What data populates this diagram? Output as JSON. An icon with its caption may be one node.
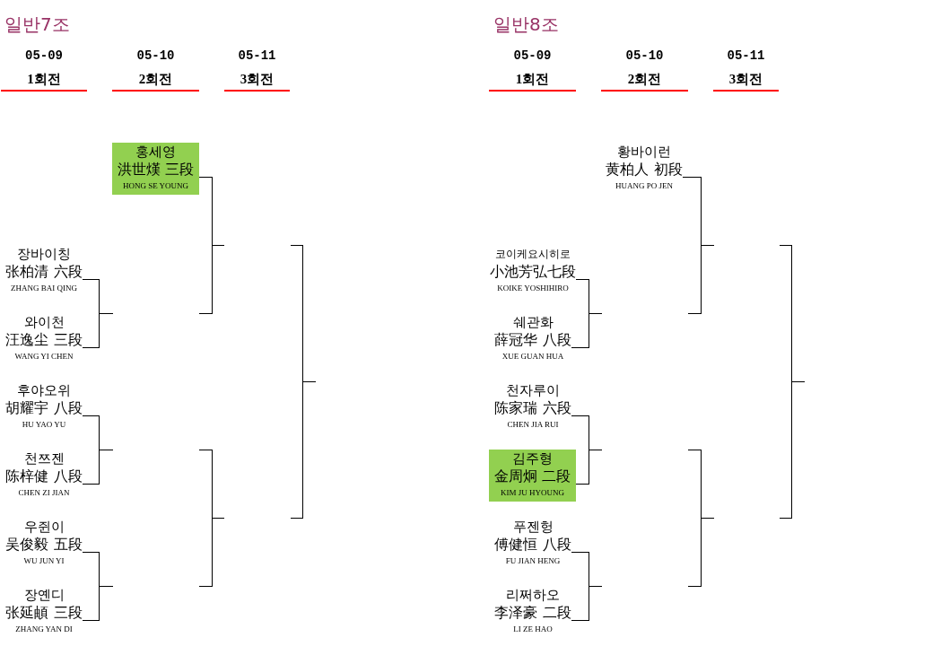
{
  "diagram": {
    "nodes": [
      {
        "text": [
          "홍세영",
          "洪世熯 三段",
          "HONG SE YOUNG"
        ]
      },
      {
        "text": [
          "장바이칭",
          "张柏清 六段",
          "ZHANG BAI QING"
        ]
      },
      {
        "text": [
          "와이천",
          "汪逸尘 三段",
          "WANG YI CHEN"
        ]
      },
      {
        "text": [
          "후야오위",
          "胡耀宇 八段",
          "HU YAO YU"
        ]
      },
      {
        "text": [
          "천쯔젠",
          "陈梓健 八段",
          "CHEN ZI JIAN"
        ]
      },
      {
        "text": [
          "우쥔이",
          "吴俊毅 五段",
          "WU JUN YI"
        ]
      },
      {
        "text": [
          "장옌디",
          "张延頔 三段",
          "ZHANG YAN DI"
        ]
      },
      {
        "text": [
          "황바이런",
          "黄柏人 初段",
          "HUANG PO JEN"
        ]
      },
      {
        "text": [
          "코이케요시히로",
          "小池芳弘七段",
          "KOIKE YOSHIHIRO"
        ]
      },
      {
        "text": [
          "쉐관화",
          "薛冠华 八段",
          "XUE GUAN HUA"
        ]
      },
      {
        "text": [
          "천자루이",
          "陈家瑞 六段",
          "CHEN JIA RUI"
        ]
      },
      {
        "text": [
          "김주형",
          "金周炯 二段",
          "KIM JU HYOUNG"
        ]
      },
      {
        "text": [
          "푸젠헝",
          "傅健恒 八段",
          "FU JIAN HENG"
        ]
      },
      {
        "text": [
          "리쩌하오",
          "李泽豪 二段",
          "LI ZE HAO"
        ]
      }
    ],
    "edges": [
      {
        "from": 1,
        "to": 2,
        "arrow": "none"
      },
      {
        "from": 3,
        "to": 4,
        "arrow": "none"
      },
      {
        "from": 5,
        "to": 6,
        "arrow": "none"
      },
      {
        "from": 0,
        "to": null,
        "arrow": "none"
      },
      {
        "from": 8,
        "to": 9,
        "arrow": "none"
      },
      {
        "from": 10,
        "to": 11,
        "arrow": "none"
      },
      {
        "from": 12,
        "to": 13,
        "arrow": "none"
      },
      {
        "from": 7,
        "to": null,
        "arrow": "none"
      }
    ],
    "labels": [
      "일반7조",
      "05-09",
      "05-10",
      "05-11",
      "1회전",
      "2회전",
      "3회전",
      "일반8조",
      "05-09",
      "05-10",
      "05-11",
      "1회전",
      "2회전",
      "3회전"
    ]
  }
}
